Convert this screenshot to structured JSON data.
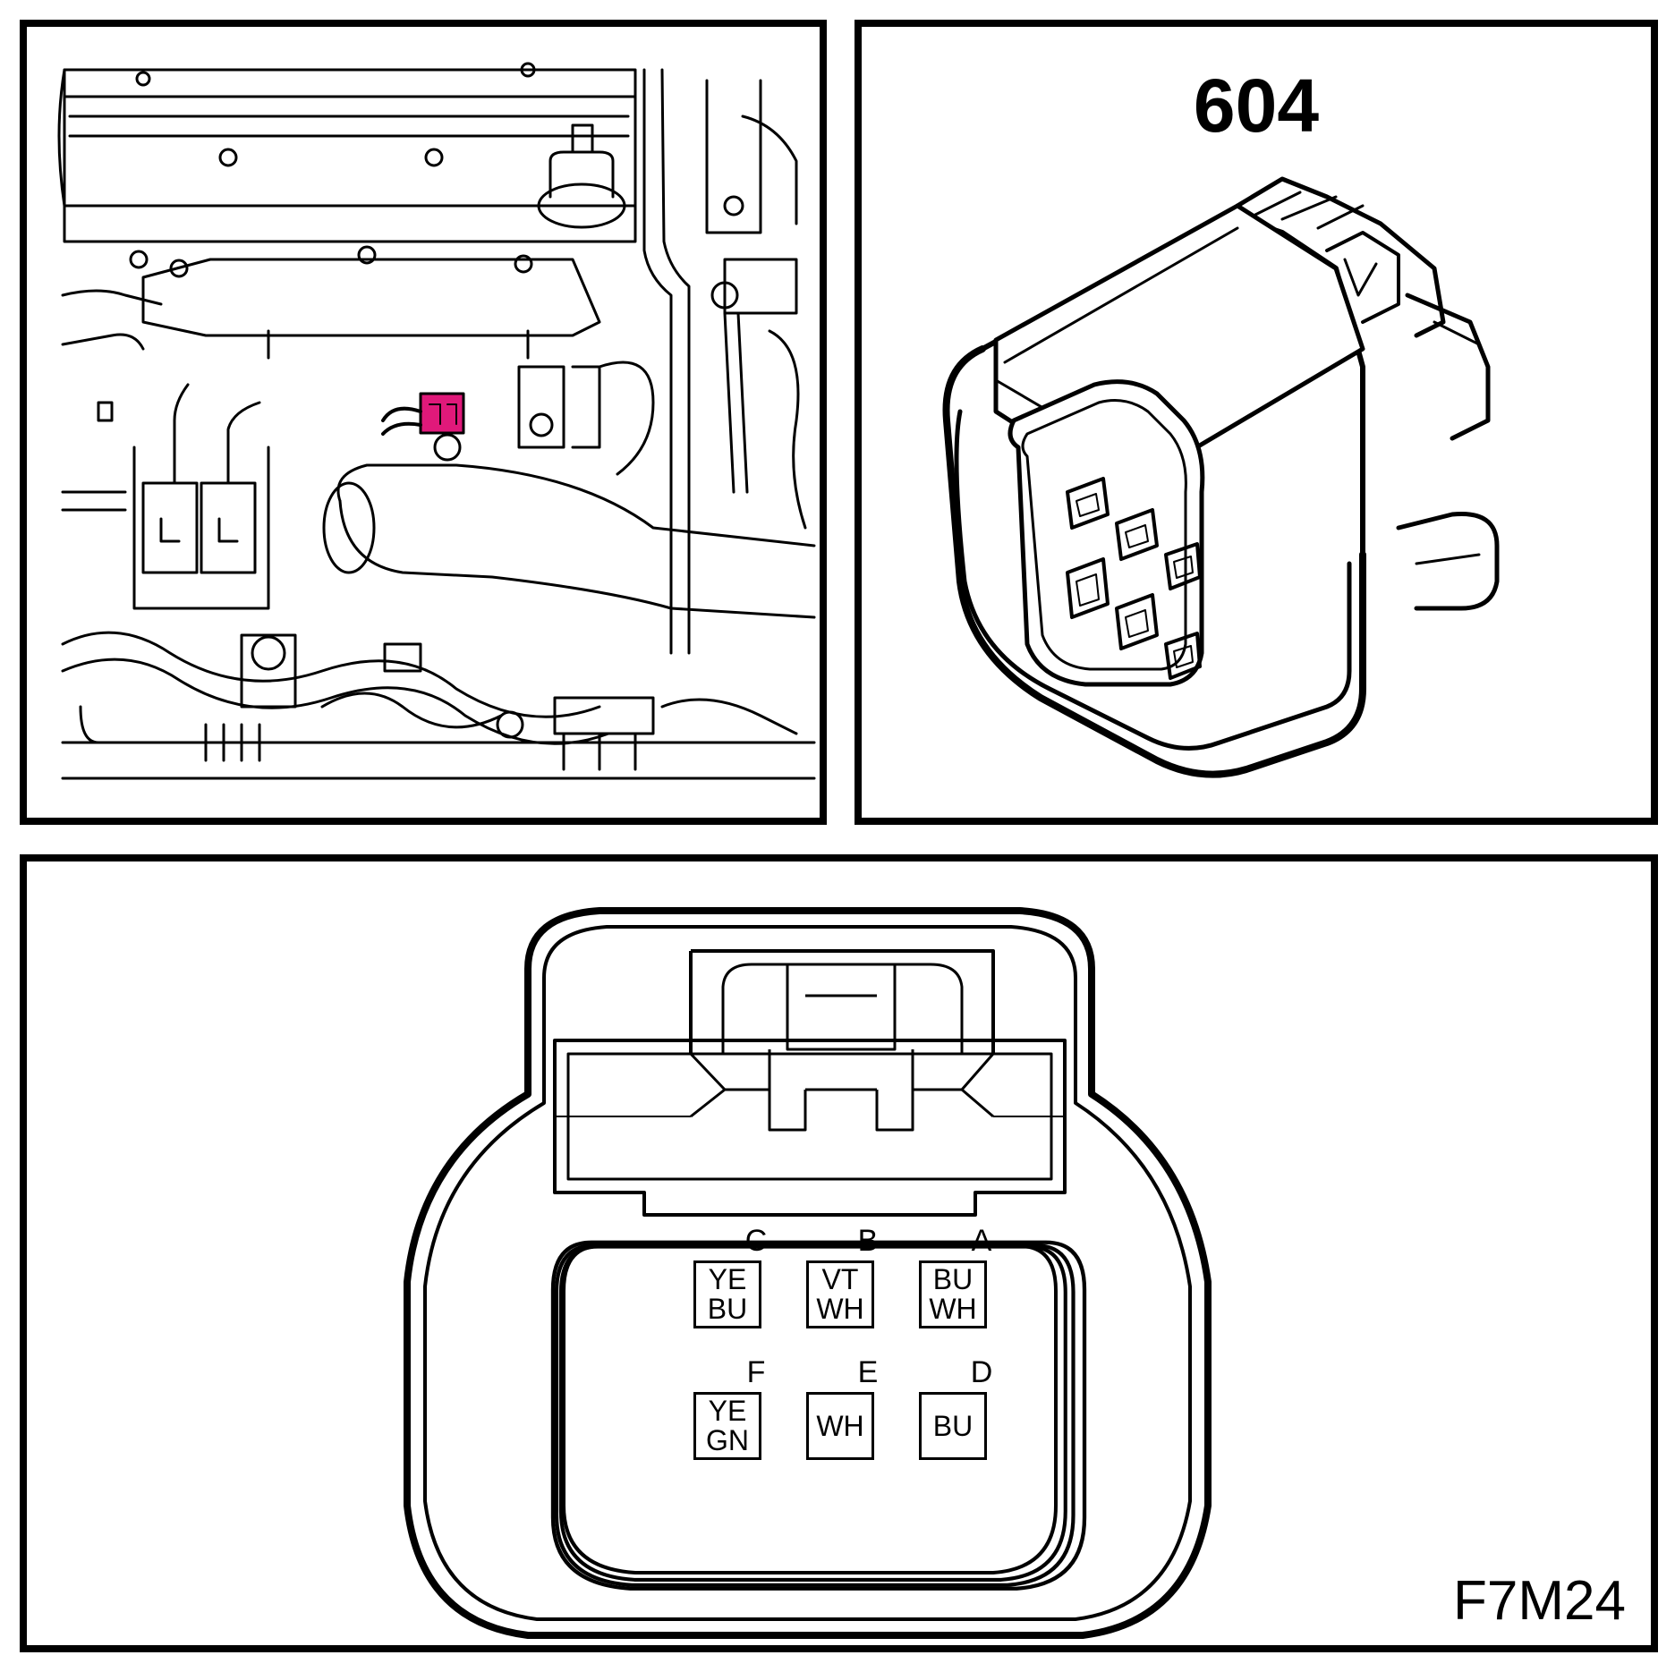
{
  "connector": {
    "id": "604",
    "highlight_color": "#e0197a"
  },
  "figure_code": "F7M24",
  "pins": [
    {
      "letter": "C",
      "wire_line1": "YE",
      "wire_line2": "BU"
    },
    {
      "letter": "B",
      "wire_line1": "VT",
      "wire_line2": "WH"
    },
    {
      "letter": "A",
      "wire_line1": "BU",
      "wire_line2": "WH"
    },
    {
      "letter": "F",
      "wire_line1": "YE",
      "wire_line2": "GN"
    },
    {
      "letter": "E",
      "wire_line1": "WH",
      "wire_line2": ""
    },
    {
      "letter": "D",
      "wire_line1": "BU",
      "wire_line2": ""
    }
  ]
}
